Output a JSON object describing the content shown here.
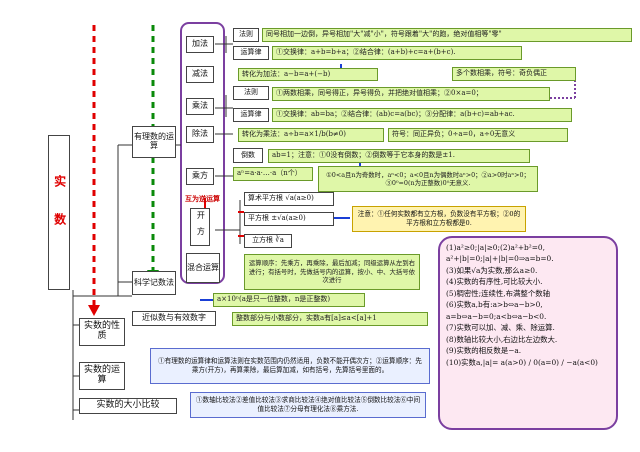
{
  "root": "实数",
  "nodes": {
    "rational_ops": "有理数的运算",
    "sci_notation": "科学记数法",
    "approx": "近似数与有效数字",
    "properties": "实数的性质",
    "operations": "实数的运算",
    "compare": "实数的大小比较",
    "add": "加法",
    "sub": "减法",
    "mul": "乘法",
    "div": "除法",
    "pow": "乘方",
    "root_op": "开方",
    "mixed": "混合运算",
    "inverse_label": "互为逆运算",
    "rule": "法则",
    "law": "运算律",
    "reciprocal": "倒数",
    "arith_sqrt": "算术平方根",
    "sqrt": "平方根",
    "cbrt": "立方根"
  },
  "texts": {
    "add_rule": "同号相加一边倒，异号相加\"大\"减\"小\"，符号跟着\"大\"的跑，绝对值相等\"零\"",
    "add_law": "①交换律：a+b=b+a；②结合律：(a+b)+c=a+(b+c).",
    "sub_rule": "转化为加法：a−b=a+(−b)",
    "multi_sign": "多个数相乘，符号：奇负偶正",
    "mul_rule": "①两数相乘，同号得正，异号得负，并把绝对值相乘；②0×a=0；",
    "mul_law": "①交换律：ab=ba；②结合律：(ab)c=a(bc)；③分配律：a(b+c)=ab+ac.",
    "div_rule": "转化为乘法：a÷b=a×1/b(b≠0)",
    "div_sign": "符号：同正异负；0÷a=0，a÷0无意义",
    "recip": "ab=1；注意：①0没有倒数；②倒数等于它本身的数是±1.",
    "pow_def": "aⁿ=a·a·…·a（n个）",
    "pow_sign": "①0<a且n为奇数时，aⁿ<0；a<0且n为偶数时aⁿ>0；②a>0时aⁿ>0；③0⁰=0(n为正整数)0⁰无意义.",
    "arith_sqrt_val": "√a(a≥0)",
    "sqrt_val": "±√a(a≥0)",
    "cbrt_val": "∛a",
    "sqrt_note": "注意：①任何实数都有立方根，负数没有平方根；②0的平方根和立方根都是0.",
    "mixed_text": "运算顺序：先乘方，再乘除，最后加减；同级运算从左到右进行；有括号时，先做括号内的运算，按小、中、大括号依次进行",
    "sci_text": "a×10ⁿ(a是只一位整数，n是正整数)",
    "approx_text": "整数部分与小数部分，实数a有[a]≤a<[a]+1",
    "ops_text": "①有理数的运算律和运算法则在实数范围内仍然适用，负数不能开偶次方；②运算顺序：先乘方(开方)，再算乘除，最后算加减，如有括号，先算括号里面的。",
    "compare_text": "①数轴比较法②差值比较法③求商比较法④绝对值比较法⑤倒数比较法⑥中间值比较法⑦分母有理化法⑧乘方法."
  },
  "props": [
    "(1)a²≥0;|a|≥0;(2)a²+b²=0,",
    "a²+|b|=0;|a|+|b|=0⇒a=b=0.",
    "(3)如果√a为实数,那么a≥0.",
    "(4)实数的有序性,可比较大小.",
    "(5)稠密性;连续性,布满整个数轴",
    "(6)实数a,b有:a>b⇔a−b>0,",
    "a=b⇔a−b=0;a<b⇔a−b<0.",
    "(7)实数可以加、减、乘、除运算.",
    "(8)数轴比较大小,右边比左边数大.",
    "(9)实数的相反数是−a.",
    "(10)实数a,|a|= a(a>0) / 0(a=0) / −a(a<0)"
  ],
  "colors": {
    "green_box": "#dff7a8",
    "pink_panel": "#fde8f2",
    "red_arrow": "#e00000",
    "green_arrow": "#0a8a0a",
    "blue_arrow": "#1a3fd6",
    "purple_bracket": "#7b3fa0"
  }
}
